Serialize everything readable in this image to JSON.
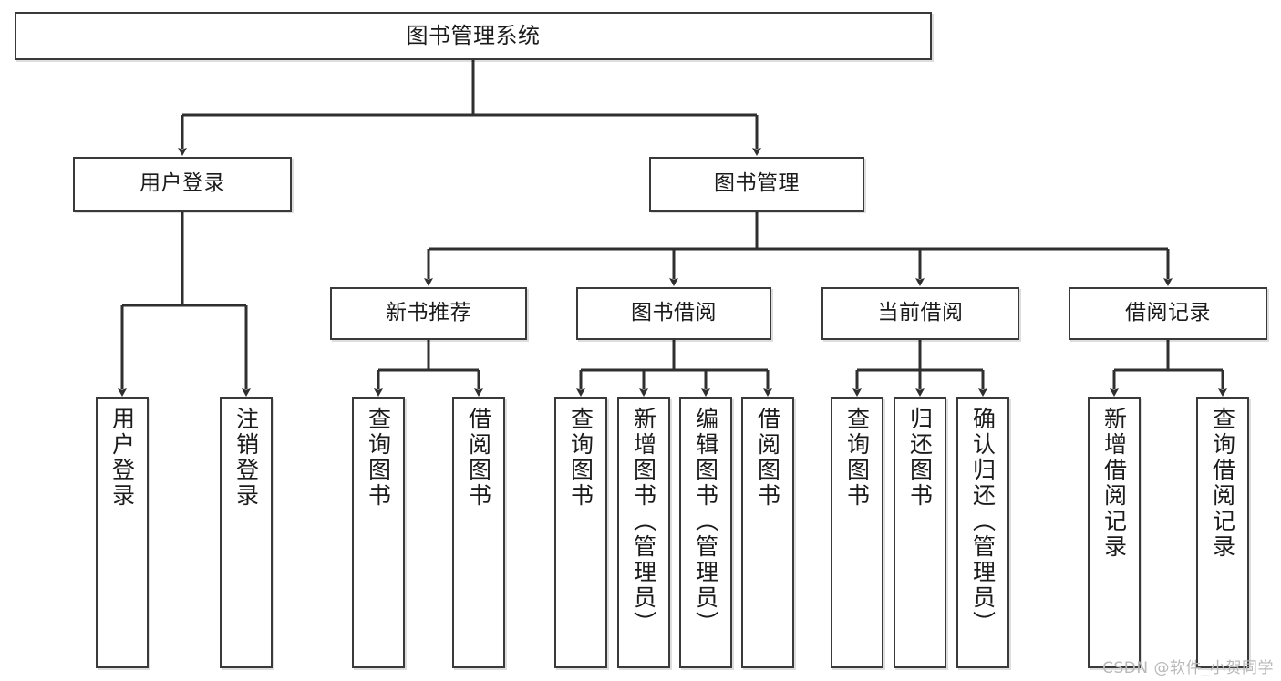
{
  "diagram": {
    "title": "图书管理系统",
    "watermark": "CSDN @软件_小贺同学",
    "colors": {
      "box_border": "#3a3a3a",
      "box_fill": "#ffffff",
      "connector": "#2f2f2f",
      "text": "#1b1b1b",
      "watermark": "#b9b9b9",
      "background": "#ffffff"
    },
    "root": {
      "label": "图书管理系统"
    },
    "level2": [
      {
        "label": "用户登录"
      },
      {
        "label": "图书管理"
      }
    ],
    "level3": [
      {
        "label": "新书推荐"
      },
      {
        "label": "图书借阅"
      },
      {
        "label": "当前借阅"
      },
      {
        "label": "借阅记录"
      }
    ],
    "leaves": {
      "user_login": [
        {
          "label": "用户登录"
        },
        {
          "label": "注销登录"
        }
      ],
      "new_book": [
        {
          "label": "查询图书"
        },
        {
          "label": "借阅图书"
        }
      ],
      "book_borrow": [
        {
          "label": "查询图书"
        },
        {
          "label": "新增图书（管理员）"
        },
        {
          "label": "编辑图书（管理员）"
        },
        {
          "label": "借阅图书"
        }
      ],
      "current_borrow": [
        {
          "label": "查询图书"
        },
        {
          "label": "归还图书"
        },
        {
          "label": "确认归还（管理员）"
        }
      ],
      "borrow_record": [
        {
          "label": "新增借阅记录"
        },
        {
          "label": "查询借阅记录"
        }
      ]
    }
  }
}
